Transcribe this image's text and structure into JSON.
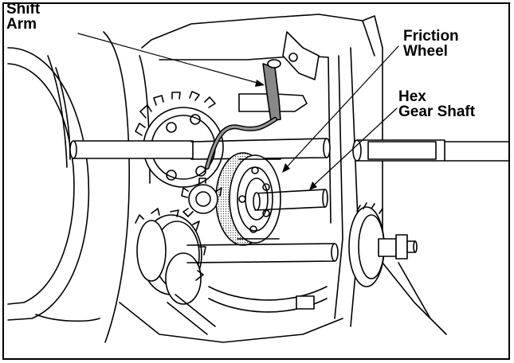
{
  "labels": {
    "shift_arm": {
      "line1": "Shift",
      "line2": "Arm"
    },
    "friction_wheel": {
      "line1": "Friction",
      "line2": "Wheel"
    },
    "hex_gear_shaft": {
      "line1": "Hex",
      "line2": "Gear Shaft"
    }
  },
  "colors": {
    "ink": "#000000",
    "paper": "#ffffff",
    "shade": "#9a9a9a"
  }
}
